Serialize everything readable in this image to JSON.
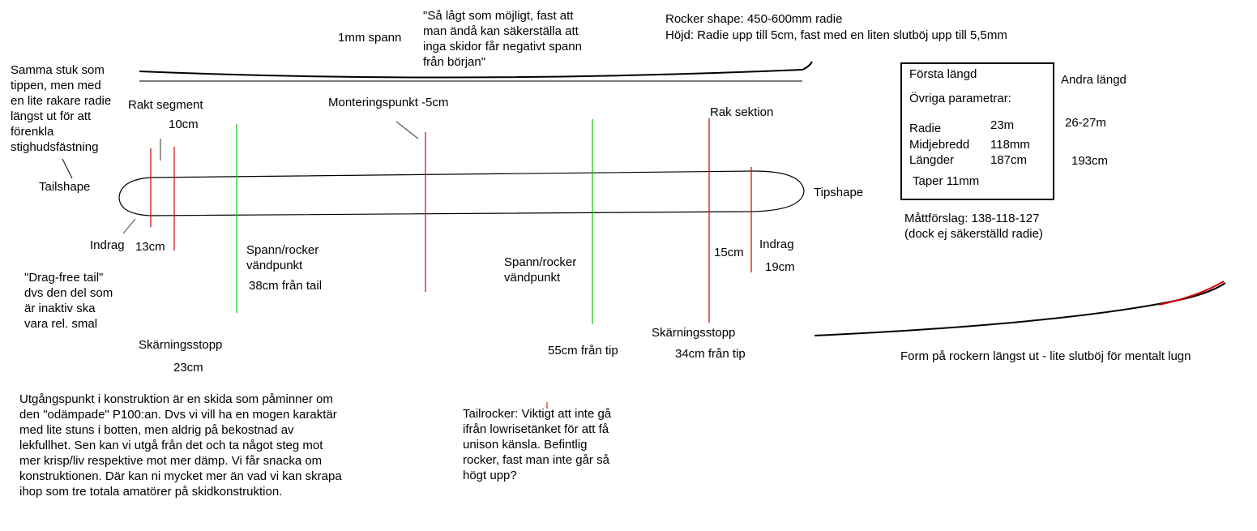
{
  "colors": {
    "line": "#000000",
    "red": "#d40000",
    "green": "#00cc00"
  },
  "labels": {
    "samma_stuk": "Samma stuk som\ntippen, men med\nen lite rakare radie\nlängst ut för att\nförenkla\nstighudsfästning",
    "tailshape": "Tailshape",
    "indrag_left": "Indrag",
    "cm13": "13cm",
    "rakt_segment": "Rakt segment",
    "cm10": "10cm",
    "drag_free": "\"Drag-free tail\"\ndvs den del som\när inaktiv ska\nvara rel. smal",
    "skarningsstopp_left": "Skärningsstopp",
    "cm23": "23cm",
    "spann_left": "Spann/rocker\nvändpunkt",
    "cm38": "38cm  från tail",
    "mm1_spann": "1mm spann",
    "sa_lagt": "\"Så lågt som möjligt, fast att\nman ändå kan säkerställa att\ninga skidor får negativt spann\nfrån början\"",
    "montering": "Monteringspunkt -5cm",
    "spann_right": "Spann/rocker\nvändpunkt",
    "cm55": "55cm  från tip",
    "rocker_shape": "Rocker shape: 450-600mm radie",
    "hojd": "Höjd: Radie upp till 5cm, fast med en liten slutböj upp till 5,5mm",
    "rak_sektion": "Rak sektion",
    "skarningsstopp_right": "Skärningsstopp",
    "cm34": "34cm från tip",
    "cm15": "15cm",
    "indrag_right": "Indrag",
    "cm19": "19cm",
    "tipshape": "Tipshape",
    "forsta_langd": "Första längd",
    "ovriga": "Övriga parametrar:",
    "radie": "Radie",
    "radie_val": "23m",
    "midjebredd": "Midjebredd",
    "midjebredd_val": "118mm",
    "langder": "Längder",
    "langder_val": "187cm",
    "taper": "Taper 11mm",
    "andra_langd": "Andra längd",
    "andra_radie": "26-27m",
    "andra_langd_val": "193cm",
    "mattforslag": "Måttförslag: 138-118-127\n(dock ej säkerställd radie)",
    "form_rocker": "Form på rockern längst ut - lite slutböj för mentalt lugn",
    "utgangspunkt": "Utgångspunkt i konstruktion är en skida som påminner om\nden \"odämpade\" P100:an. Dvs vi vill ha en mogen karaktär\nmed lite stuns i botten, men aldrig på bekostnad av\nlekfullhet. Sen kan vi utgå från det och ta något steg mot\nmer krisp/liv respektive mot mer dämp. Vi får snacka om\nkonstruktionen. Där kan ni mycket mer än vad vi kan skrapa\nihop som tre totala amatörer på skidkonstruktion.",
    "tailrocker": "Tailrocker: Viktigt att inte gå\nifrån lowrisetänket för att få\nunison känsla. Befintlig\nrocker, fast man inte går så\nhögt upp?"
  }
}
